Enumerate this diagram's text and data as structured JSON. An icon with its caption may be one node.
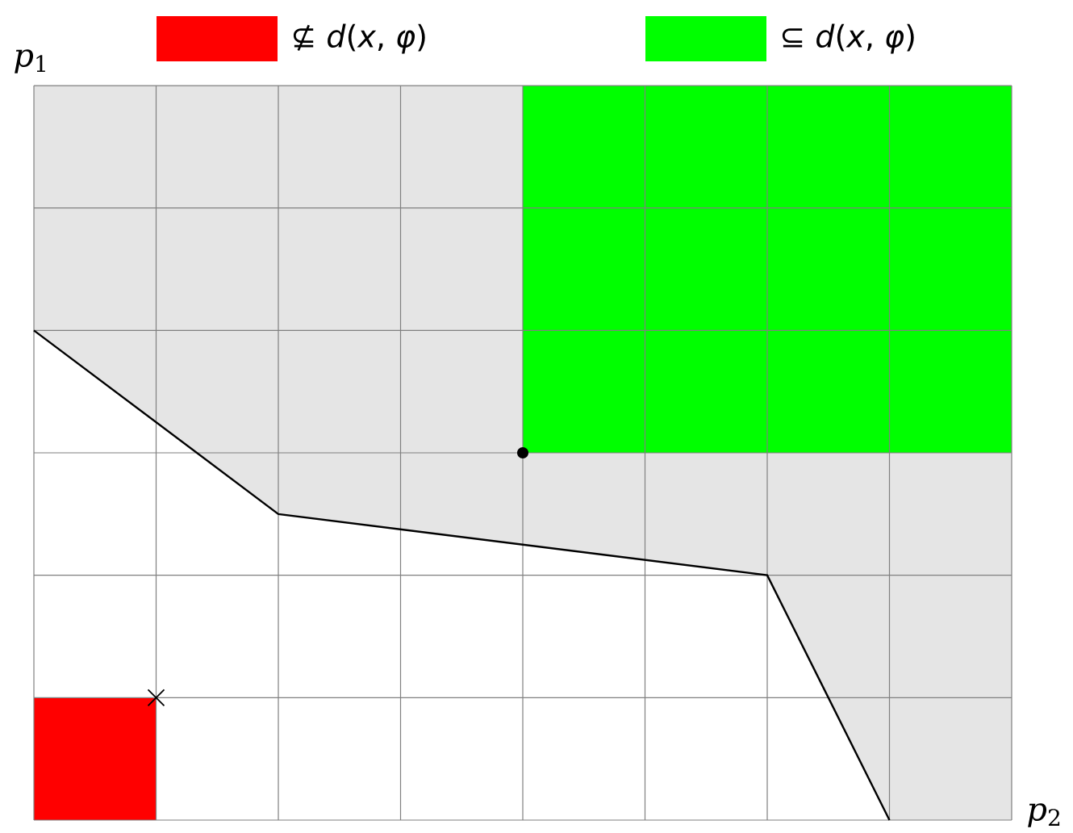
{
  "diagram": {
    "labels": [
      "*p*$_{1}$",
      "*p*$_{2}$"
    ],
    "legend": [
      {
        "text": "⊈ *d*(*x*, *φ*)",
        "color": "#ff0000"
      },
      {
        "text": "⊆ *d*(*x*, *φ*)",
        "color": "#00ff00"
      }
    ]
  }
}
